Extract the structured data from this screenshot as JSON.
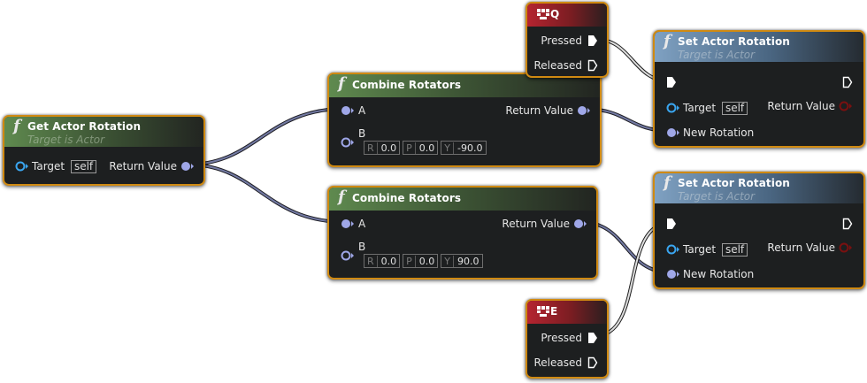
{
  "nodes": {
    "get_actor_rotation": {
      "title": "Get Actor Rotation",
      "subtitle": "Target is Actor",
      "target_label": "Target",
      "target_value": "self",
      "return_label": "Return Value"
    },
    "combine_1": {
      "title": "Combine Rotators",
      "pin_a": "A",
      "pin_b": "B",
      "return_label": "Return Value",
      "fields": [
        {
          "axis": "R",
          "value": "0.0"
        },
        {
          "axis": "P",
          "value": "0.0"
        },
        {
          "axis": "Y",
          "value": "-90.0"
        }
      ]
    },
    "combine_2": {
      "title": "Combine Rotators",
      "pin_a": "A",
      "pin_b": "B",
      "return_label": "Return Value",
      "fields": [
        {
          "axis": "R",
          "value": "0.0"
        },
        {
          "axis": "P",
          "value": "0.0"
        },
        {
          "axis": "Y",
          "value": "90.0"
        }
      ]
    },
    "key_q": {
      "title": "Q",
      "pressed": "Pressed",
      "released": "Released"
    },
    "key_e": {
      "title": "E",
      "pressed": "Pressed",
      "released": "Released"
    },
    "set_rot_1": {
      "title": "Set Actor Rotation",
      "subtitle": "Target is Actor",
      "target_label": "Target",
      "target_value": "self",
      "return_label": "Return Value",
      "new_rotation": "New Rotation"
    },
    "set_rot_2": {
      "title": "Set Actor Rotation",
      "subtitle": "Target is Actor",
      "target_label": "Target",
      "target_value": "self",
      "return_label": "Return Value",
      "new_rotation": "New Rotation"
    }
  },
  "colors": {
    "node_border": "#d08a12",
    "rotator_pin": "#9fa7e8",
    "object_pin": "#3aa6f0",
    "exec_pin": "#ffffff",
    "return_value_red": "#7a1010",
    "wire_rotator": "#737aa3",
    "wire_exec": "#dedede"
  },
  "icons": {
    "function": "function-f-icon",
    "key": "keyboard-key-icon"
  }
}
